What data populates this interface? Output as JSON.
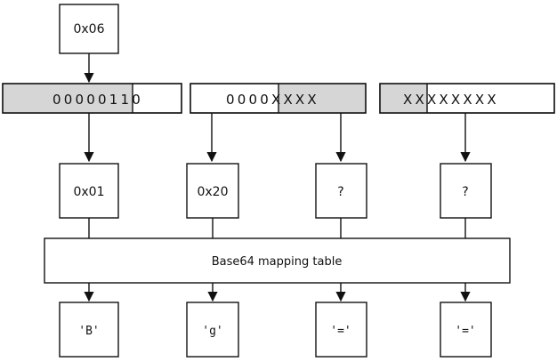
{
  "input": {
    "label": "0x06"
  },
  "bit_groups": [
    {
      "bits": "00000110",
      "shaded_count": 6
    },
    {
      "bits": "0000XXXX",
      "shaded_tail_count": 4
    },
    {
      "bits": "XXXXXXXX",
      "shaded_count": 2
    }
  ],
  "sextets": [
    {
      "label": "0x01"
    },
    {
      "label": "0x20"
    },
    {
      "label": "?"
    },
    {
      "label": "?"
    }
  ],
  "mapping_table": {
    "label": "Base64 mapping table"
  },
  "outputs": [
    {
      "label": "'B'"
    },
    {
      "label": "'g'"
    },
    {
      "label": "'='"
    },
    {
      "label": "'='"
    }
  ],
  "colors": {
    "shade": "#d6d6d6",
    "line": "#111111",
    "background": "#ffffff"
  }
}
